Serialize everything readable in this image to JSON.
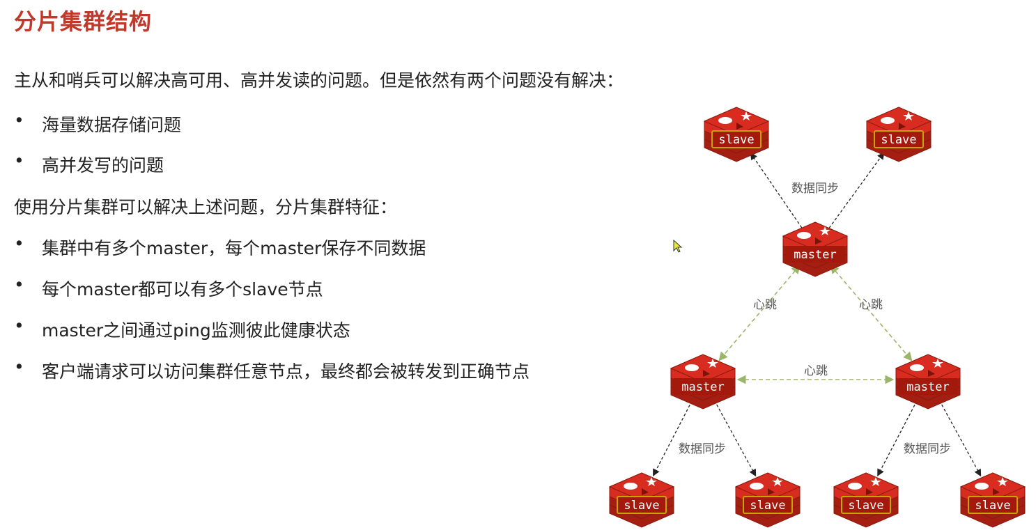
{
  "title": "分片集群结构",
  "intro": "主从和哨兵可以解决高可用、高并发读的问题。但是依然有两个问题没有解决：",
  "problems": [
    "海量数据存储问题",
    "高并发写的问题"
  ],
  "features_intro": "使用分片集群可以解决上述问题，分片集群特征：",
  "features": [
    "集群中有多个master，每个master保存不同数据",
    "每个master都可以有多个slave节点",
    "master之间通过ping监测彼此健康状态",
    "客户端请求可以访问集群任意节点，最终都会被转发到正确节点"
  ],
  "bullet_char": "•",
  "diagram": {
    "labels": {
      "master": "master",
      "slave": "slave",
      "sync": "数据同步",
      "heartbeat": "心跳"
    },
    "nodes": [
      {
        "id": "s-top-left",
        "role": "slave"
      },
      {
        "id": "s-top-right",
        "role": "slave"
      },
      {
        "id": "m-top",
        "role": "master"
      },
      {
        "id": "m-left",
        "role": "master"
      },
      {
        "id": "m-right",
        "role": "master"
      },
      {
        "id": "s-bl-1",
        "role": "slave"
      },
      {
        "id": "s-bl-2",
        "role": "slave"
      },
      {
        "id": "s-br-1",
        "role": "slave"
      },
      {
        "id": "s-br-2",
        "role": "slave"
      }
    ],
    "edges": [
      {
        "from": "m-top",
        "to": "s-top-left",
        "kind": "sync"
      },
      {
        "from": "m-top",
        "to": "s-top-right",
        "kind": "sync"
      },
      {
        "from": "m-top",
        "to": "m-left",
        "kind": "heartbeat"
      },
      {
        "from": "m-top",
        "to": "m-right",
        "kind": "heartbeat"
      },
      {
        "from": "m-left",
        "to": "m-right",
        "kind": "heartbeat"
      },
      {
        "from": "m-left",
        "to": "s-bl-1",
        "kind": "sync"
      },
      {
        "from": "m-left",
        "to": "s-bl-2",
        "kind": "sync"
      },
      {
        "from": "m-right",
        "to": "s-br-1",
        "kind": "sync"
      },
      {
        "from": "m-right",
        "to": "s-br-2",
        "kind": "sync"
      }
    ],
    "colors": {
      "node_top": "#d82c20",
      "node_mid": "#a41e11",
      "node_dark": "#8a1a0e",
      "label_bg": "#a31a0d",
      "sync_line": "#222222",
      "heartbeat_line": "#9bb56a"
    }
  }
}
